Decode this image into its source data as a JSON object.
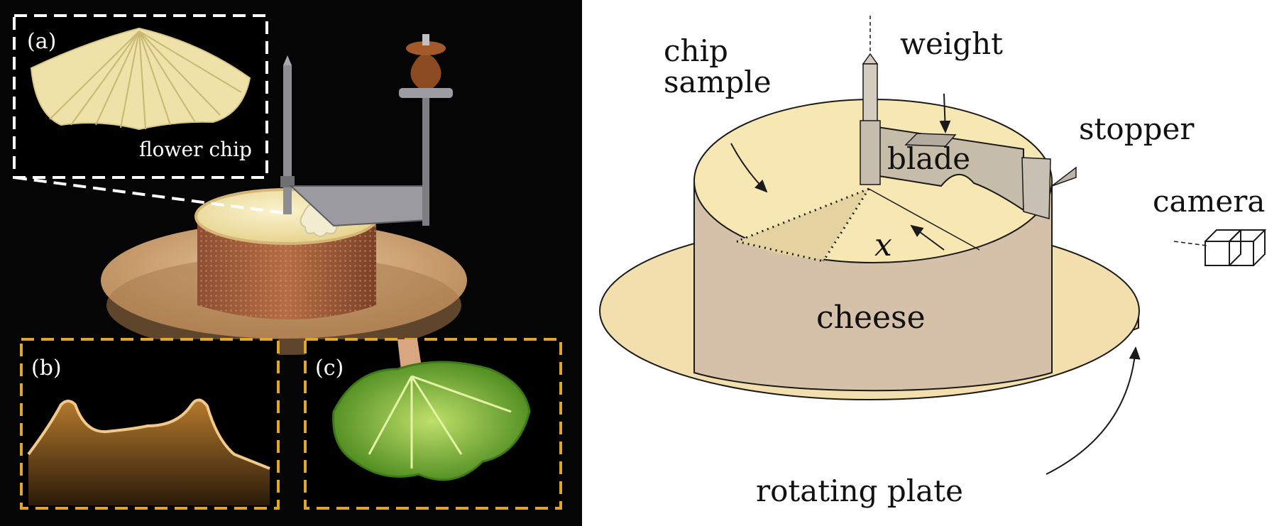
{
  "left_panel": {
    "inset_a": {
      "tag": "(a)",
      "caption": "flower chip"
    },
    "inset_b": {
      "tag": "(b)"
    },
    "inset_c": {
      "tag": "(c)"
    },
    "colors": {
      "photo_bg": "#050505",
      "inset_a_border": "#ffffff",
      "inset_bc_border": "#e0a62a"
    }
  },
  "right_panel": {
    "labels": {
      "chip_sample": [
        "chip",
        "sample"
      ],
      "weight": "weight",
      "blade": "blade",
      "stopper": "stopper",
      "camera": "camera",
      "x_symbol": "x",
      "cheese": "cheese",
      "rotating_plate": "rotating plate"
    },
    "colors": {
      "cheese_top": "#f7e8b3",
      "cheese_side": "#d5c0a9",
      "plate": "#f2dfad",
      "blade": "#bdb4a8",
      "line": "#1a1a1a"
    }
  }
}
